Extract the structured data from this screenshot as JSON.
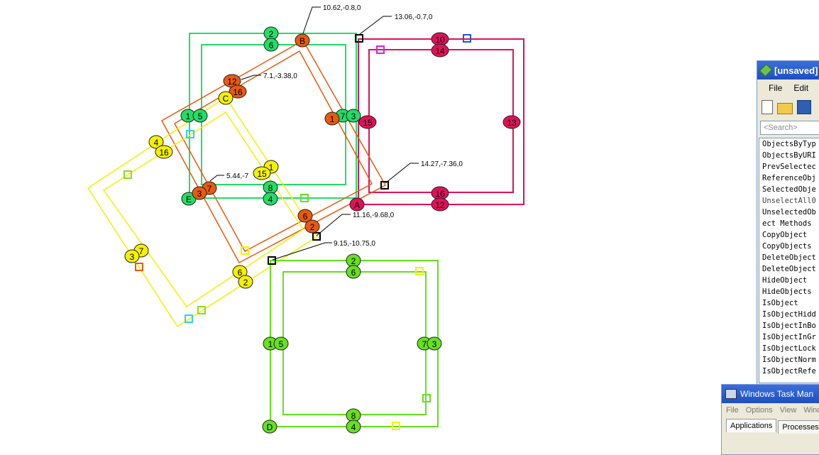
{
  "viewport": {
    "annotations": {
      "a1": "10.62,-0.8,0",
      "a2": "13.06,-0.7,0",
      "a3": "7.1,-3.38,0",
      "a4": "14.27,-7.36,0",
      "a5": "5.44,-7",
      "a6": "11.16,-9.68,0",
      "a7": "9.15,-10.75,0"
    },
    "point_labels": {
      "A": "A",
      "B": "B",
      "C": "C",
      "D": "D",
      "E": "E"
    },
    "colors": {
      "green": "#22dd66",
      "magenta": "#e0105a",
      "orange": "#e85a10",
      "yellow": "#f5f000",
      "lime": "#66e020"
    }
  },
  "command_panel": {
    "title": "[unsaved]",
    "menu": {
      "file": "File",
      "edit": "Edit"
    },
    "search_placeholder": "<Search>",
    "items": [
      "ObjectsByTyp",
      "ObjectsByURI",
      "PrevSelectec",
      "ReferenceObj",
      "SelectedObje",
      "UnselectAll0",
      "UnselectedOb",
      "ect Methods",
      "CopyObject",
      "CopyObjects",
      "DeleteObject",
      "DeleteObject",
      "HideObject",
      "HideObjects",
      "IsObject",
      "IsObjectHidd",
      "IsObjectInBo",
      "IsObjectInGr",
      "IsObjectLock",
      "IsObjectNorm",
      "IsObjectRefe"
    ]
  },
  "task_manager": {
    "title": "Windows Task Man",
    "menu": {
      "file": "File",
      "options": "Options",
      "view": "View",
      "windows": "Wind"
    },
    "tabs": {
      "applications": "Applications",
      "processes": "Processes"
    }
  }
}
